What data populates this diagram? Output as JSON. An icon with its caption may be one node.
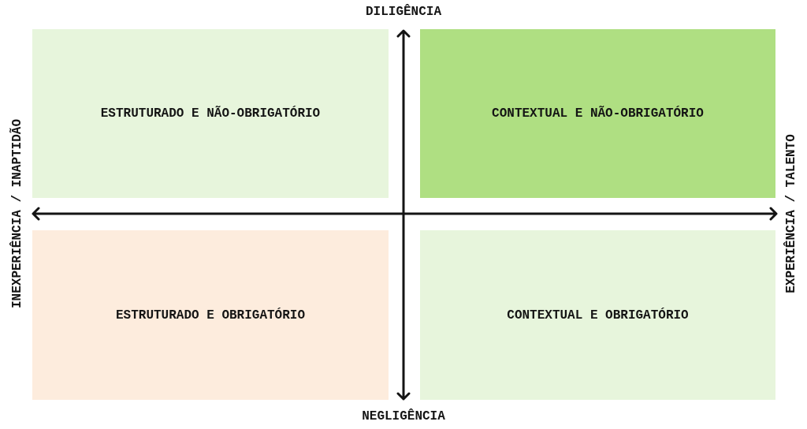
{
  "diagram": {
    "nodes": [
      {
        "text": [
          "ESTRUTURADO E NÃO-OBRIGATÓRIO"
        ]
      },
      {
        "text": [
          "CONTEXTUAL E NÃO-OBRIGATÓRIO"
        ]
      },
      {
        "text": [
          "ESTRUTURADO E OBRIGATÓRIO"
        ]
      },
      {
        "text": [
          "CONTEXTUAL E OBRIGATÓRIO"
        ]
      }
    ],
    "labels": [
      "DILIGÊNCIA",
      "INEXPERIÊNCIA / INAPTIDÃO",
      "EXPERIÊNCIA / TALENTO",
      "NEGLIGÊNCIA"
    ]
  }
}
